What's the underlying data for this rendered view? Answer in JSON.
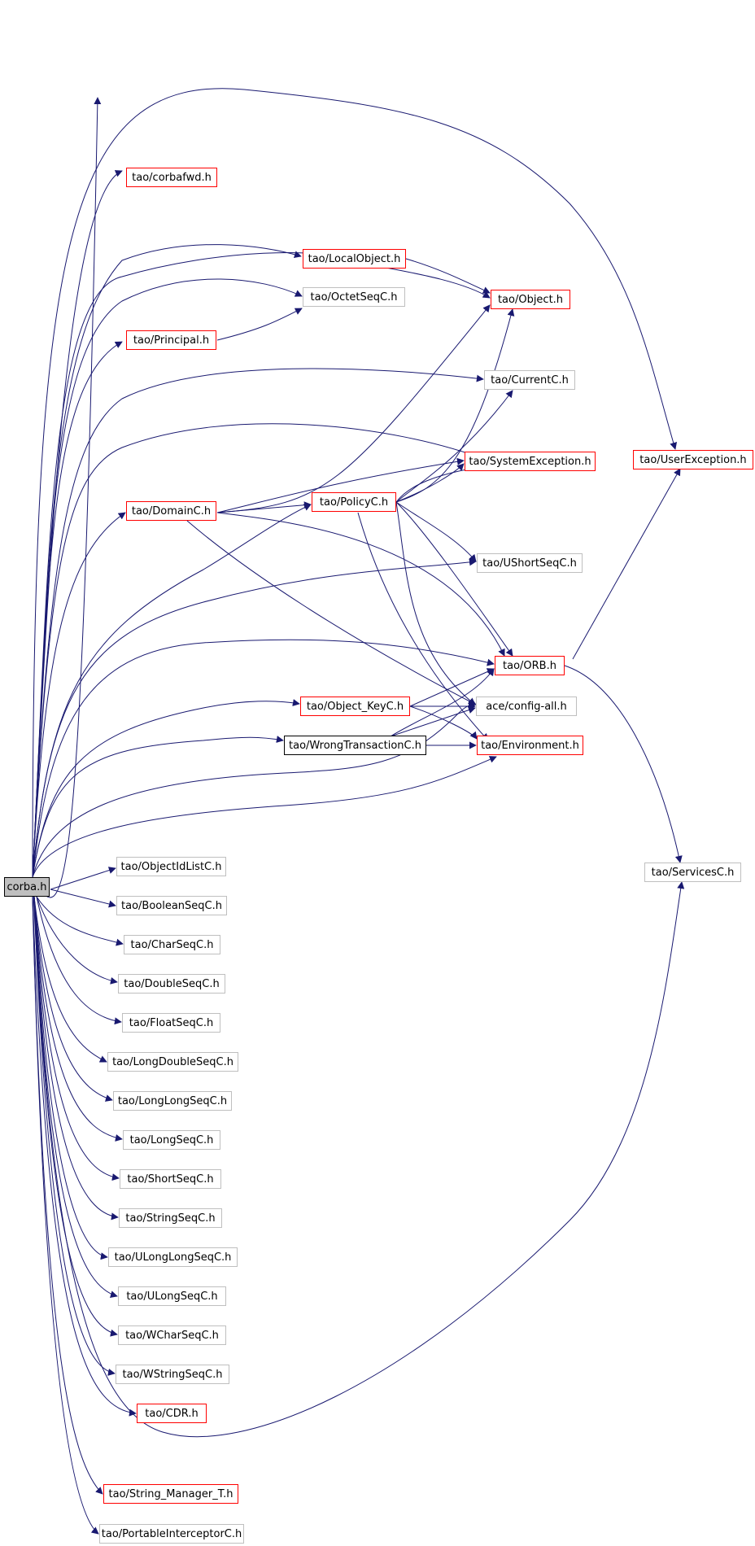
{
  "colors": {
    "edge": "#191970",
    "red_border": "#ff0000",
    "gray_border": "#bfbfbf",
    "black_border": "#000000",
    "root_fill": "#bfbfbf"
  },
  "nodes": {
    "corba": "corba.h",
    "corbafwd": "tao/corbafwd.h",
    "localobject": "tao/LocalObject.h",
    "object": "tao/Object.h",
    "octetseq": "tao/OctetSeqC.h",
    "principal": "tao/Principal.h",
    "current": "tao/CurrentC.h",
    "systemexception": "tao/SystemException.h",
    "userexception": "tao/UserException.h",
    "domain": "tao/DomainC.h",
    "policy": "tao/PolicyC.h",
    "ushortseq": "tao/UShortSeqC.h",
    "orb": "tao/ORB.h",
    "objectkey": "tao/Object_KeyC.h",
    "configall": "ace/config-all.h",
    "wrongtransaction": "tao/WrongTransactionC.h",
    "environment": "tao/Environment.h",
    "services": "tao/ServicesC.h",
    "objectidlist": "tao/ObjectIdListC.h",
    "booleanseq": "tao/BooleanSeqC.h",
    "charseq": "tao/CharSeqC.h",
    "doubleseq": "tao/DoubleSeqC.h",
    "floatseq": "tao/FloatSeqC.h",
    "longdoubleseq": "tao/LongDoubleSeqC.h",
    "longlongseq": "tao/LongLongSeqC.h",
    "longseq": "tao/LongSeqC.h",
    "shortseq": "tao/ShortSeqC.h",
    "stringseq": "tao/StringSeqC.h",
    "ulonglongseq": "tao/ULongLongSeqC.h",
    "ulongseq": "tao/ULongSeqC.h",
    "wcharseq": "tao/WCharSeqC.h",
    "wstringseq": "tao/WStringSeqC.h",
    "cdr": "tao/CDR.h",
    "stringmanager": "tao/String_Manager_T.h",
    "portableinterceptor": "tao/PortableInterceptorC.h"
  }
}
